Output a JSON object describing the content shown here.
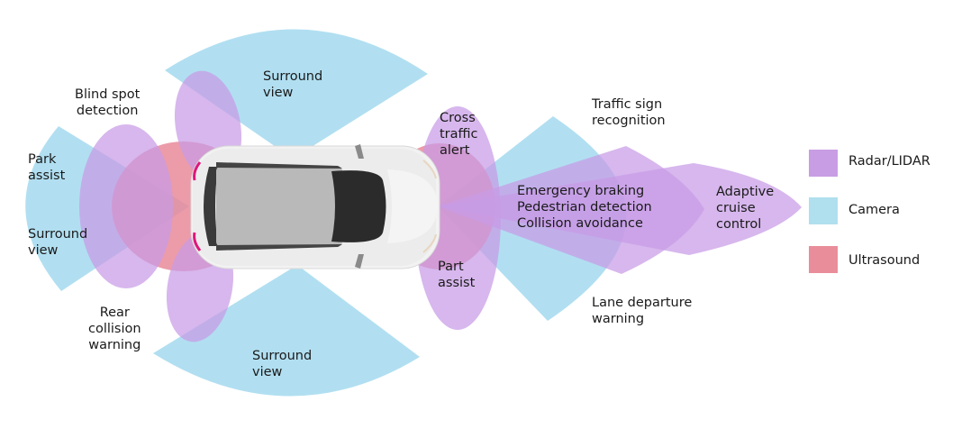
{
  "colors": {
    "radar": "#c79be6",
    "camera": "#a9dbef",
    "ultrasound": "#e98a9a"
  },
  "legend": [
    {
      "label": "Radar/LIDAR",
      "color": "#c89de4"
    },
    {
      "label": "Camera",
      "color": "#b0dfee"
    },
    {
      "label": "Ultrasound",
      "color": "#e98d9a"
    }
  ],
  "labels": {
    "surround_view_top": "Surround\nview",
    "blind_spot": "Blind spot\ndetection",
    "park_assist_rear": "Park\nassist",
    "surround_view_rear": "Surround\nview",
    "rear_collision": "Rear\ncollision\nwarning",
    "surround_view_bottom": "Surround\nview",
    "cross_traffic": "Cross\ntraffic\nalert",
    "park_assist_front": "Part\nassist",
    "traffic_sign": "Traffic sign\nrecognition",
    "emergency": "Emergency braking\nPedestrian detection\nCollision avoidance",
    "adaptive_cruise": "Adaptive\ncruise\ncontrol",
    "lane_departure": "Lane departure\nwarning"
  }
}
